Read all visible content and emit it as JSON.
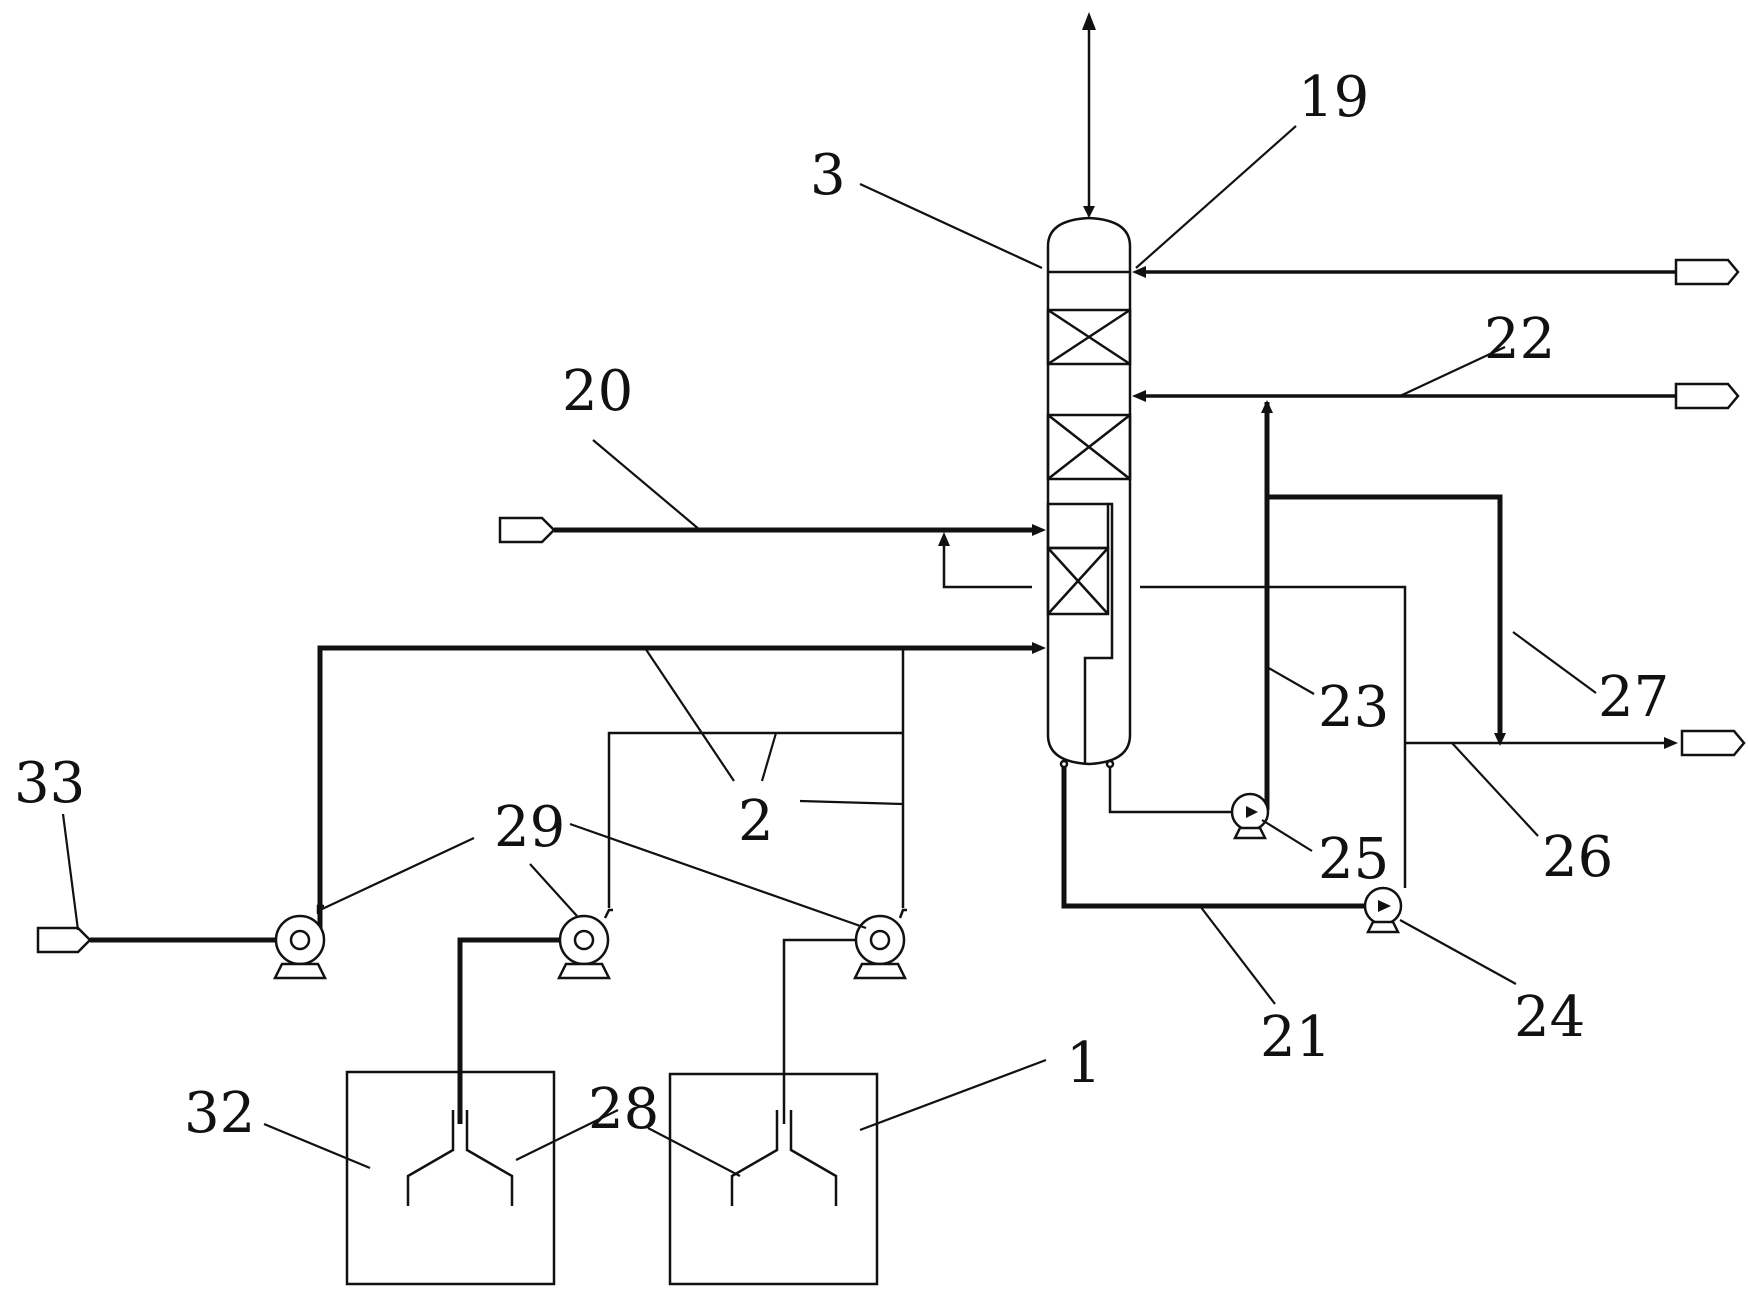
{
  "labels": {
    "l1": "1",
    "l2": "2",
    "l3": "3",
    "l19": "19",
    "l20": "20",
    "l21": "21",
    "l22": "22",
    "l23": "23",
    "l24": "24",
    "l25": "25",
    "l26": "26",
    "l27": "27",
    "l28": "28",
    "l29": "29",
    "l32": "32",
    "l33": "33"
  }
}
